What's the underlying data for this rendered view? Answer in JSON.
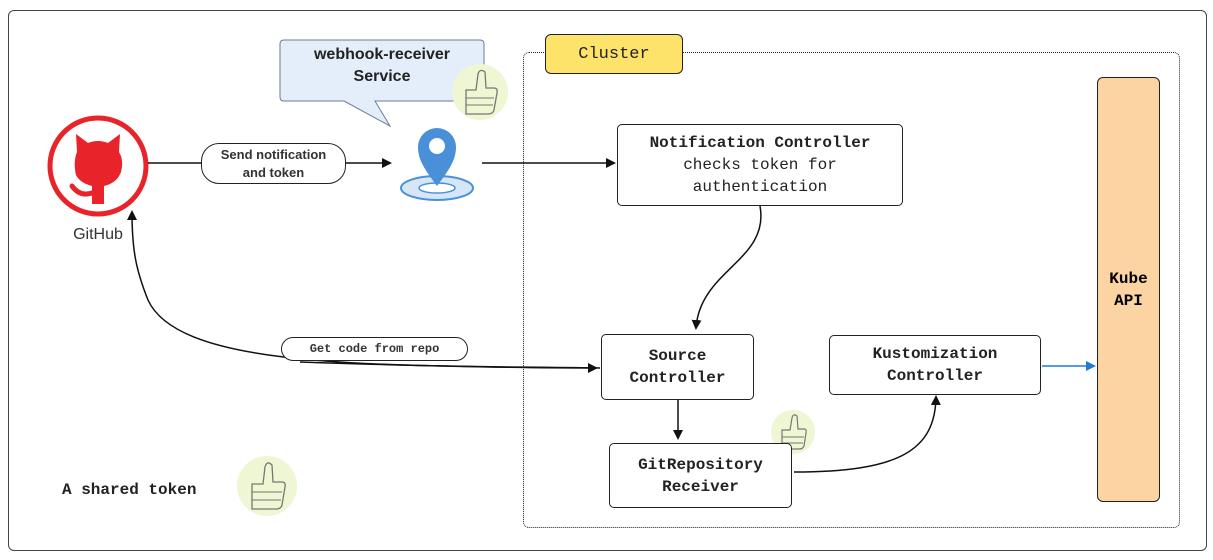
{
  "cluster": {
    "label": "Cluster"
  },
  "callout": {
    "line1": "webhook-receiver",
    "line2": "Service"
  },
  "github": {
    "label": "GitHub"
  },
  "edges": {
    "send_notification": {
      "line1": "Send notification",
      "line2": "and token"
    },
    "get_code": "Get code from repo"
  },
  "nodes": {
    "notification_controller": {
      "title": "Notification Controller",
      "line2": "checks token for",
      "line3": "authentication"
    },
    "source_controller": {
      "line1": "Source",
      "line2": "Controller"
    },
    "kustomization_controller": {
      "line1": "Kustomization",
      "line2": "Controller"
    },
    "gitrepository_receiver": {
      "line1": "GitRepository",
      "line2": "Receiver"
    },
    "kube_api": {
      "line1": "Kube",
      "line2": "API"
    }
  },
  "legend": {
    "shared_token": "A shared token"
  },
  "colors": {
    "github_red": "#e8232a",
    "pin_blue": "#4a90d9",
    "cluster_tag": "#fde36a",
    "kube_fill": "#fcd4a3",
    "callout_fill": "#e4eefa",
    "thumb_fill": "#eef6d3",
    "kube_arrow": "#1f7bd6"
  },
  "icons": [
    "github-icon",
    "location-pin-icon",
    "thumbs-up-icon"
  ]
}
